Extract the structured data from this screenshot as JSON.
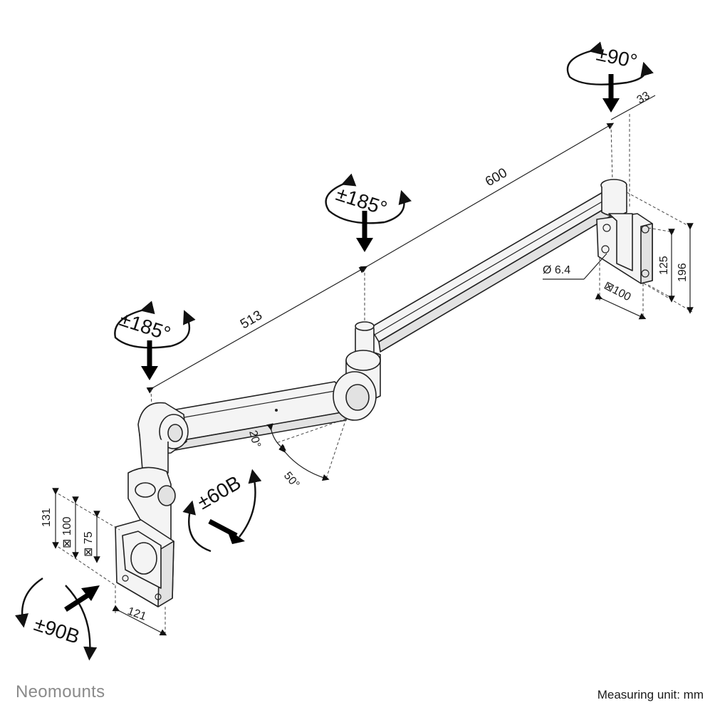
{
  "dimensions": {
    "arm_long": "600",
    "arm_short": "513",
    "wall_offset": "33",
    "wall_plate_height": "196",
    "wall_hole_spacing": "125",
    "wall_vesa": "⊠100",
    "hole_diameter": "Ø 6.4",
    "mount_height": "131",
    "vesa_large": "⊠ 100",
    "vesa_small": "⊠ 75",
    "mount_width": "121"
  },
  "rotations": {
    "wall_swivel": "±90°",
    "middle_swivel": "±185°",
    "front_swivel": "±185°",
    "tilt": "±60B",
    "rotate": "±90B"
  },
  "angles": {
    "up": "20°",
    "down": "50°"
  },
  "footer": {
    "brand": "Neomounts",
    "unit_label": "Measuring unit: mm"
  }
}
